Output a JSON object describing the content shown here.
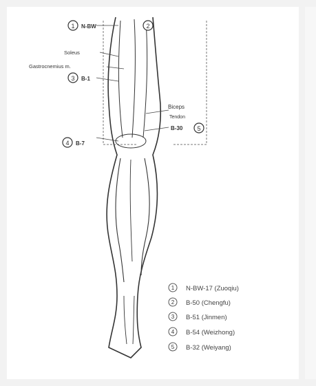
{
  "callouts": [
    {
      "num": "1",
      "label": "N-BW"
    },
    {
      "num": "2",
      "label": ""
    },
    {
      "num": "3",
      "label": "B-1"
    },
    {
      "num": "4",
      "label": "B-7"
    },
    {
      "num": "5",
      "label": "B-30"
    }
  ],
  "muscle_labels": {
    "soleus": "Soleus",
    "gastrocnemius": "Gastrocnemius m.",
    "biceps": "Biceps",
    "tendon": "Tendon"
  },
  "legend": [
    {
      "num": "1",
      "text": "N-BW-17 (Zuoqiu)"
    },
    {
      "num": "2",
      "text": "B-50 (Chengfu)"
    },
    {
      "num": "3",
      "text": "B-51 (Jinmen)"
    },
    {
      "num": "4",
      "text": "B-54 (Weizhong)"
    },
    {
      "num": "5",
      "text": "B-32 (Weiyang)"
    }
  ],
  "colors": {
    "ink": "#333333",
    "paper": "#ffffff",
    "background": "#f2f2f2"
  }
}
